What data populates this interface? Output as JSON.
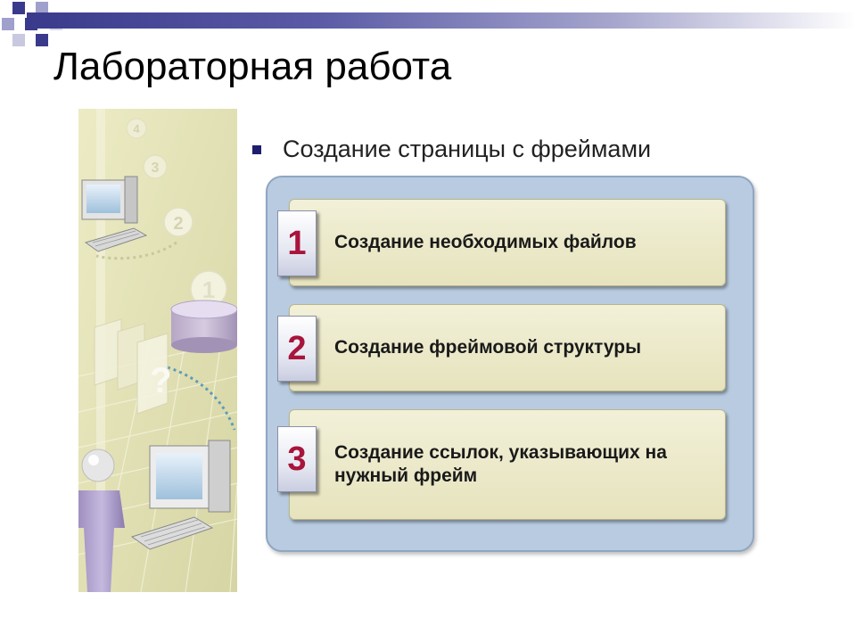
{
  "slide": {
    "title": "Лабораторная работа",
    "bullet": "Создание страницы с фреймами"
  },
  "steps": [
    {
      "number": "1",
      "text": "Создание необходимых файлов"
    },
    {
      "number": "2",
      "text": "Создание фреймовой структуры"
    },
    {
      "number": "3",
      "text": "Создание ссылок, указывающих на нужный фрейм"
    }
  ],
  "illustration": {
    "badges": [
      "4",
      "3",
      "2",
      "1"
    ],
    "question_mark": "?"
  },
  "colors": {
    "title_bar": "#3a3a8c",
    "panel": "#b8cbe0",
    "step_box": "#ebe8c8",
    "number": "#a8143c",
    "bullet": "#1e1e6e"
  }
}
